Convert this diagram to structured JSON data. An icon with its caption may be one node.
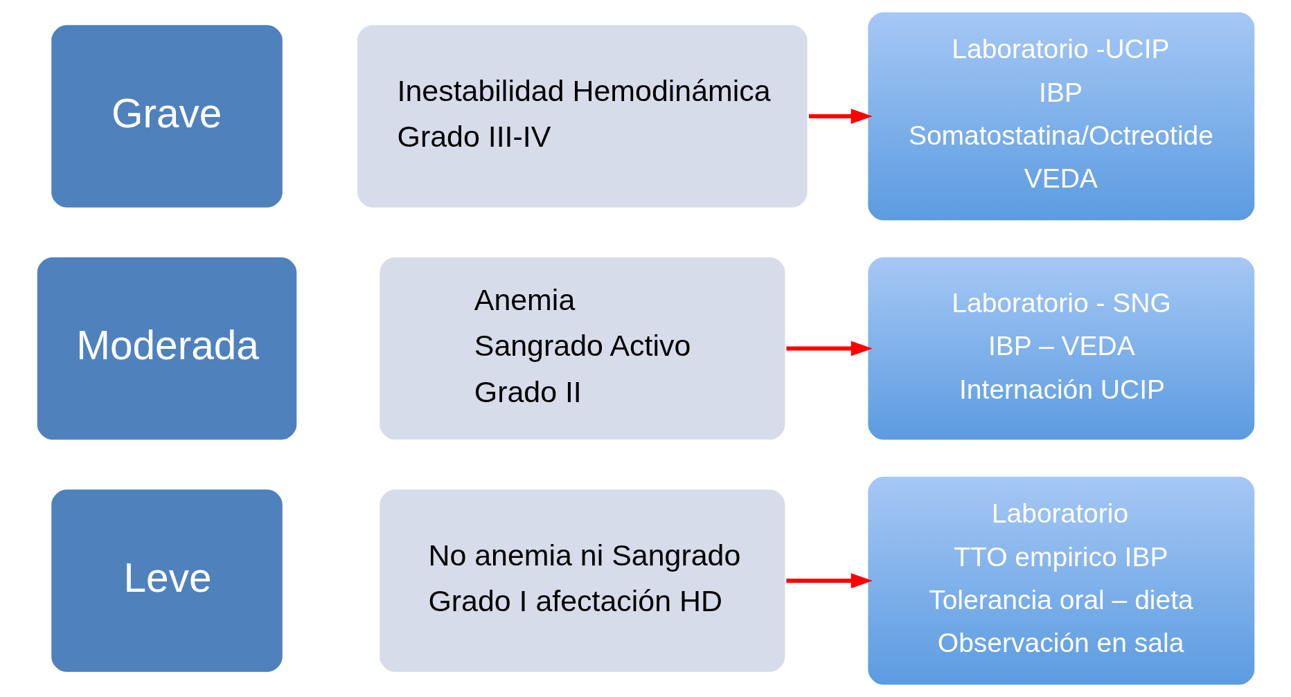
{
  "diagram": {
    "nodes": [
      {
        "text": [
          "Leve"
        ]
      },
      {
        "text": [
          "No anemia ni Sangrado",
          "Grado I afectación HD"
        ]
      },
      {
        "text": [
          "Laboratorio",
          "TTO empirico IBP",
          "Tolerancia oral – dieta",
          "Observación en sala"
        ]
      },
      {
        "text": [
          "Moderada"
        ]
      },
      {
        "text": [
          "Anemia",
          "Sangrado Activo",
          "Grado II"
        ]
      },
      {
        "text": [
          "Laboratorio - SNG",
          "IBP – VEDA",
          "Internación UCIP"
        ]
      },
      {
        "text": [
          "Grave"
        ]
      },
      {
        "text": [
          "Inestabilidad Hemodinámica",
          "Grado III-IV"
        ]
      },
      {
        "text": [
          "Laboratorio -UCIP",
          "IBP",
          "Somatostatina/Octreotide",
          "VEDA"
        ]
      }
    ],
    "edges": [
      {
        "from": 1,
        "to": 2,
        "arrow": "to"
      },
      {
        "from": 4,
        "to": 5,
        "arrow": "to"
      },
      {
        "from": 7,
        "to": 8,
        "arrow": "to"
      }
    ]
  }
}
